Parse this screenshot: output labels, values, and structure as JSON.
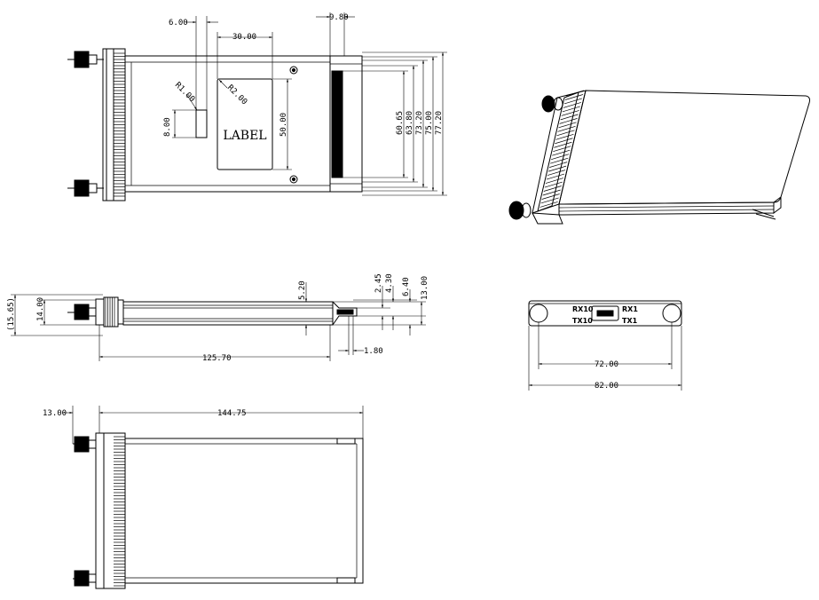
{
  "top_view": {
    "label_text": "LABEL",
    "dims": {
      "d_6_00": "6.00",
      "d_30_00": "30.00",
      "d_9_80": "9.80",
      "d_r1_00": "R1.00",
      "d_r2_00": "R2.00",
      "d_8_00": "8.00",
      "d_50_00": "50.00",
      "d_60_65": "60.65",
      "d_63_80": "63.80",
      "d_73_20": "73.20",
      "d_75_00": "75.00",
      "d_77_20": "77.20"
    }
  },
  "side_view": {
    "dims": {
      "d_15_65": "(15.65)",
      "d_14_00": "14.00",
      "d_5_20": "5.20",
      "d_2_45": "2.45",
      "d_4_30": "4.30",
      "d_6_40": "6.40",
      "d_13_00": "13.00",
      "d_125_70": "125.70",
      "d_1_80": "1.80"
    }
  },
  "bottom_view": {
    "dims": {
      "d_13_00": "13.00",
      "d_144_75": "144.75"
    }
  },
  "front_view": {
    "port_labels": {
      "rx10": "RX10",
      "rx1": "RX1",
      "tx10": "TX10",
      "tx1": "TX1"
    },
    "dims": {
      "d_72_00": "72.00",
      "d_82_00": "82.00"
    }
  },
  "colors": {
    "line": "#000000",
    "background": "#ffffff",
    "shading": "#d8d8d8"
  }
}
